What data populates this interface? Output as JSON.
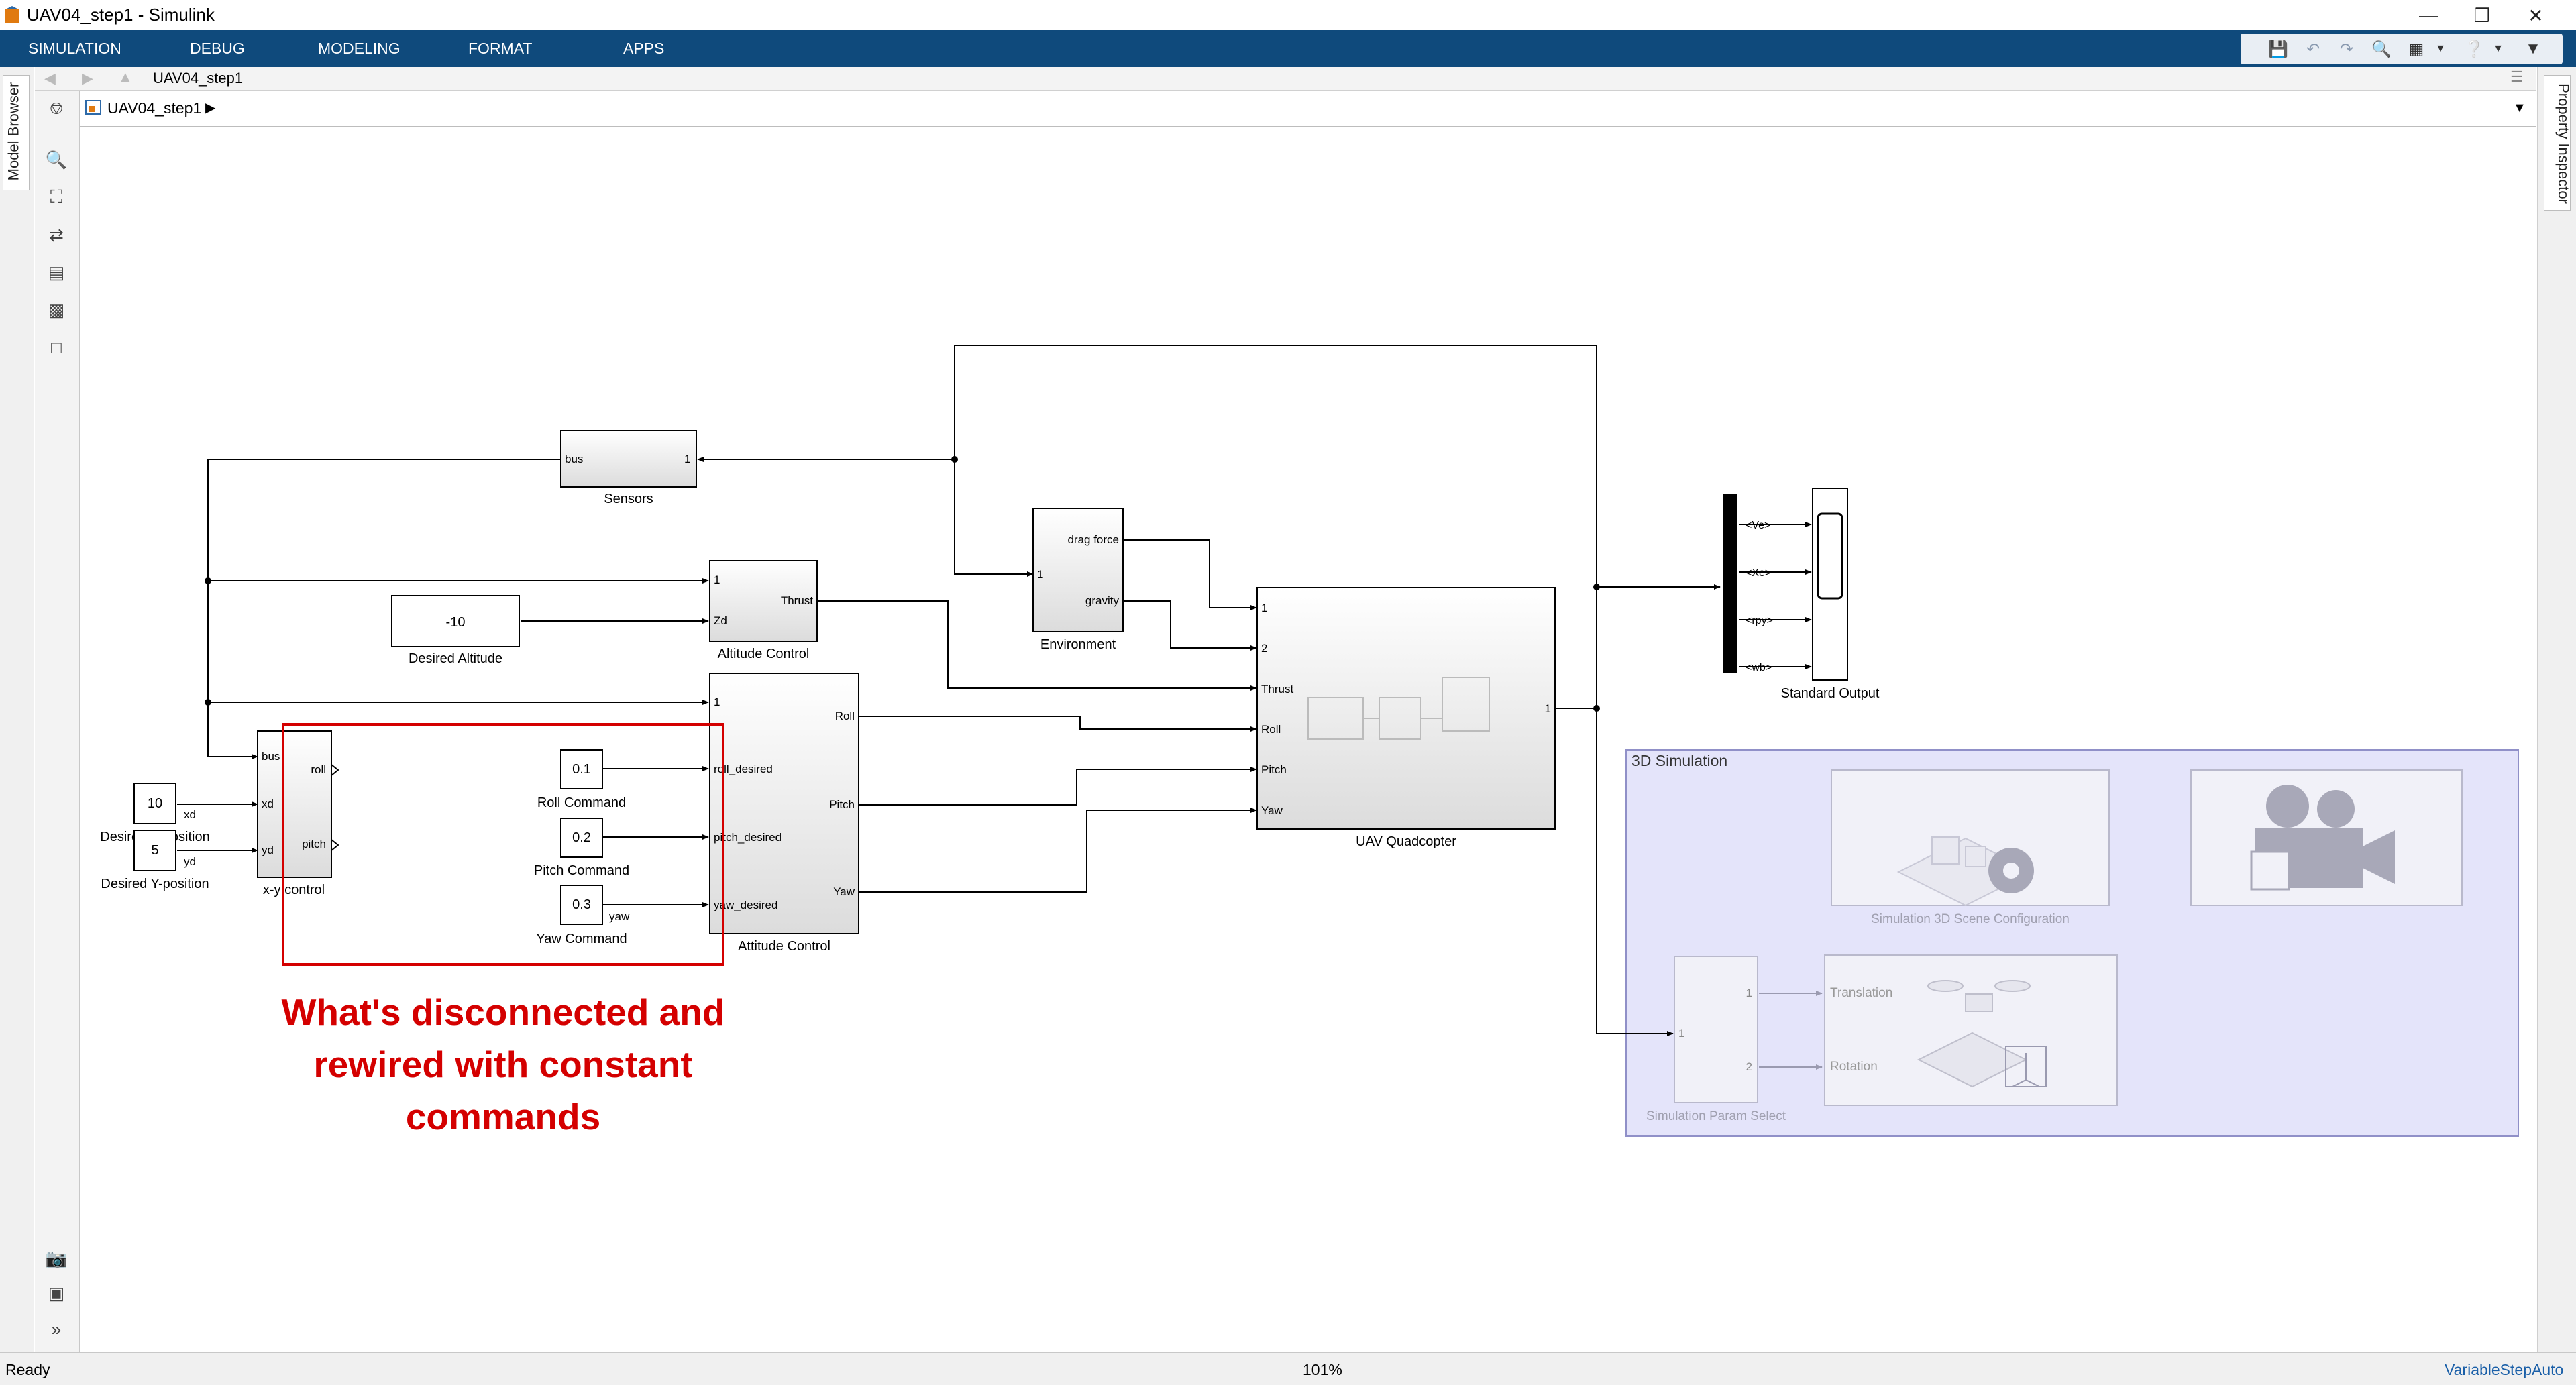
{
  "window": {
    "title": "UAV04_step1 - Simulink"
  },
  "ribbon": {
    "tabs": [
      "SIMULATION",
      "DEBUG",
      "MODELING",
      "FORMAT",
      "APPS"
    ]
  },
  "side": {
    "model_browser": "Model Browser",
    "property_inspector": "Property Inspector"
  },
  "explorer": {
    "tab": "UAV04_step1",
    "breadcrumb": "UAV04_step1"
  },
  "blocks": {
    "sensors": {
      "name": "Sensors",
      "in_port": "bus",
      "out_port": "1"
    },
    "desired_altitude": {
      "name": "Desired Altitude",
      "value": "-10"
    },
    "altitude_control": {
      "name": "Altitude Control",
      "in1": "1",
      "in2": "Zd",
      "out": "Thrust"
    },
    "attitude_control": {
      "name": "Attitude Control",
      "in1": "1",
      "in2": "roll_desired",
      "in3": "pitch_desired",
      "in4": "yaw_desired",
      "out1": "Roll",
      "out2": "Pitch",
      "out3": "Yaw"
    },
    "environment": {
      "name": "Environment",
      "in": "1",
      "out1": "drag force",
      "out2": "gravity"
    },
    "uav": {
      "name": "UAV Quadcopter",
      "in1": "1",
      "in2": "2",
      "in3": "Thrust",
      "in4": "Roll",
      "in5": "Pitch",
      "in6": "Yaw",
      "out": "1"
    },
    "standard_output": {
      "name": "Standard Output",
      "signals": [
        "<Ve>",
        "<Xe>",
        "<rpy>",
        "<wb>"
      ]
    },
    "xy_control": {
      "name": "x-y control",
      "in1": "bus",
      "in2": "xd",
      "in3": "yd",
      "out1": "roll",
      "out2": "pitch"
    },
    "desired_x": {
      "name": "Desired X-position",
      "value": "10",
      "signal": "xd"
    },
    "desired_y": {
      "name": "Desired Y-position",
      "value": "5",
      "signal": "yd"
    },
    "roll_cmd": {
      "name": "Roll Command",
      "value": "0.1"
    },
    "pitch_cmd": {
      "name": "Pitch Command",
      "value": "0.2"
    },
    "yaw_cmd": {
      "name": "Yaw Command",
      "value": "0.3",
      "signal": "yaw"
    },
    "sim3d": {
      "area_title": "3D Simulation",
      "scene_config": "Simulation 3D Scene Configuration",
      "param_select": "Simulation Param Select",
      "param_in": "1",
      "param_out1": "1",
      "param_out2": "2",
      "translation": "Translation",
      "rotation": "Rotation"
    }
  },
  "annotation": {
    "lines": [
      "What's disconnected and",
      "rewired with constant",
      "commands"
    ],
    "color": "#d40000"
  },
  "status": {
    "left": "Ready",
    "zoom": "101%",
    "solver": "VariableStepAuto"
  }
}
